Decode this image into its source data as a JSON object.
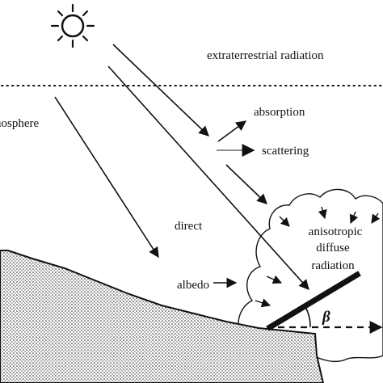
{
  "diagram": {
    "labels": {
      "extraterrestrial": "extraterrestrial radiation",
      "atmosphere": "atmosphere",
      "absorption": "absorption",
      "scattering": "scattering",
      "direct": "direct",
      "albedo": "albedo",
      "diffuse_line1": "anisotropic",
      "diffuse_line2": "diffuse",
      "diffuse_line3": "radiation",
      "beta": "β"
    },
    "colors": {
      "ink": "#111111",
      "ground_fill": "#cfcfcf",
      "arrow_gray": "#8a8a8a"
    },
    "icons": [
      "sun-icon"
    ]
  }
}
